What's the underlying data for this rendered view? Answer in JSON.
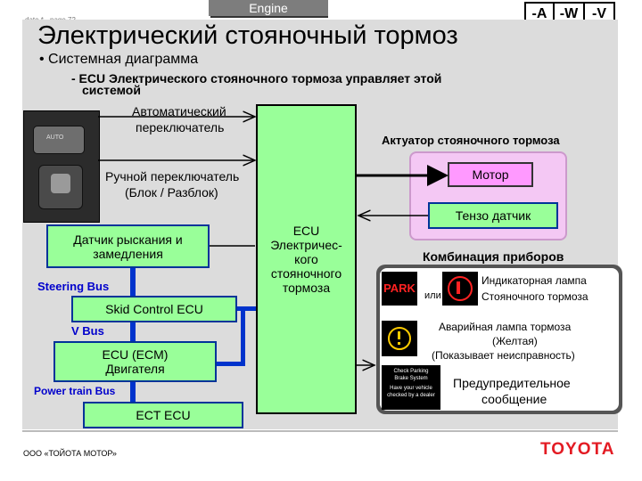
{
  "header": {
    "meta": "date * - page 72",
    "engine_tab": "Engine",
    "tags": [
      "-A",
      "-W",
      "-V"
    ]
  },
  "title": "Электрический стояночный тормоз",
  "bullet": "• Системная диаграмма",
  "subbullet_line1": "- ECU Электрического стояночного тормоза управляет этой",
  "subbullet_line2": "системой",
  "switches": {
    "auto_line1": "Автоматический",
    "auto_line2": "переключатель",
    "manual_line1": "Ручной переключатель",
    "manual_line2": "(Блок / Разблок)",
    "photo_label": "AUTO"
  },
  "ecu": {
    "line1": "ECU",
    "line2": "Электричес-",
    "line3": "кого",
    "line4": "стояночного",
    "line5": "тормоза"
  },
  "actuator": {
    "title": "Актуатор стояночного тормоза",
    "motor": "Мотор",
    "sensor": "Тензо датчик"
  },
  "left_boxes": {
    "yaw_line1": "Датчик рыскания и",
    "yaw_line2": "замедления",
    "skid": "Skid Control ECU",
    "engine_line1": "ECU (ECM)",
    "engine_line2": "Двигателя",
    "ect": "ECT ECU"
  },
  "buses": {
    "steering": "Steering Bus",
    "v": "V Bus",
    "power": "Power train Bus"
  },
  "meter": {
    "title": "Комбинация приборов",
    "park_icon": "PARK",
    "or": "или",
    "indicator_line1": "Индикаторная лампа",
    "indicator_line2": "Стояночного тормоза",
    "warning_line1": "Аварийная лампа тормоза",
    "warning_line2": "(Желтая)",
    "warning_line3": "(Показывает неисправность)",
    "msg_line1": "Check Parking",
    "msg_line2": "Brake System",
    "msg_line3": "Have your vehicle",
    "msg_line4": "checked by a dealer",
    "advisory_line1": "Предупредительное",
    "advisory_line2": "сообщение"
  },
  "footer": {
    "company": "ООО «ТОЙОТА МОТОР»",
    "logo": "TOYOTA"
  },
  "colors": {
    "panel": "#dcdcdc",
    "box_green": "#99ff99",
    "bus_blue": "#0033cc",
    "actuator_bg": "#f4c8f4",
    "motor_box": "#ff99ff",
    "meter_bg": "#555555",
    "logo_red": "#e31b23"
  }
}
